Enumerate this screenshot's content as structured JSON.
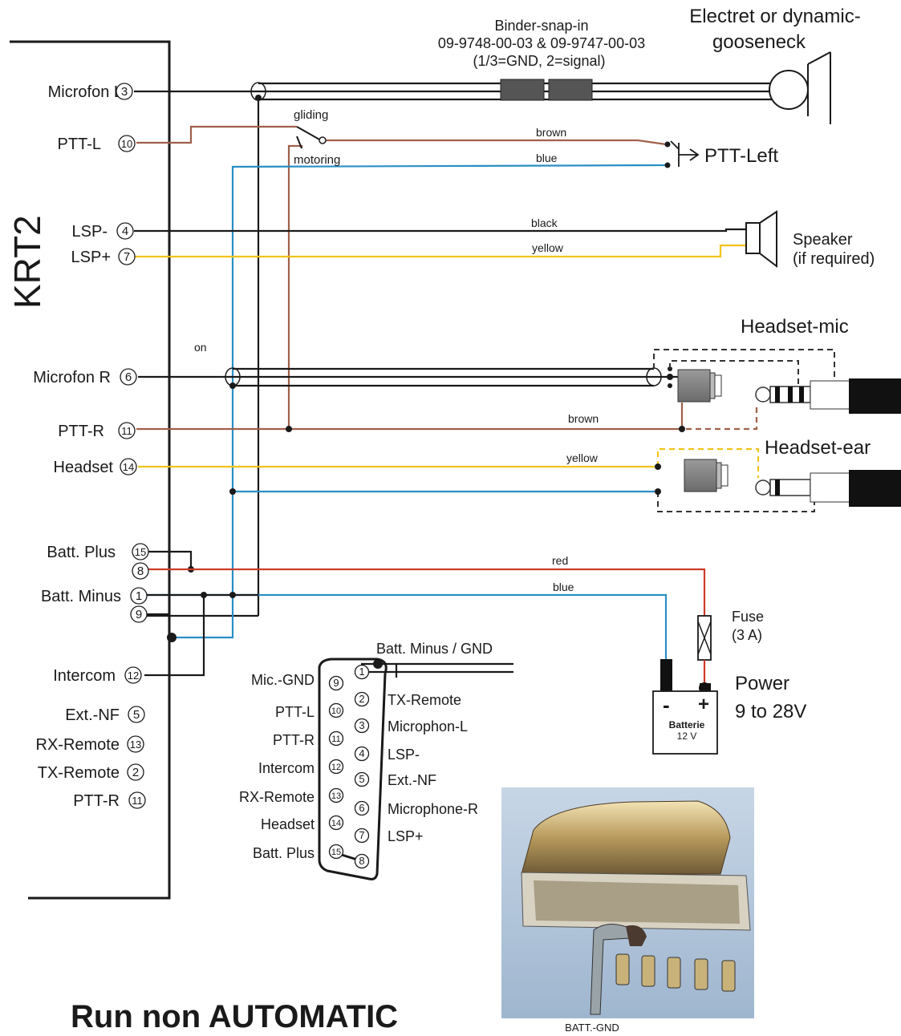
{
  "device": {
    "name": "KRT2"
  },
  "footer_title": "Run non AUTOMATIC",
  "pins": [
    {
      "label": "Microfon L",
      "num": "3"
    },
    {
      "label": "PTT-L",
      "num": "10"
    },
    {
      "label": "LSP-",
      "num": "4"
    },
    {
      "label": "LSP+",
      "num": "7"
    },
    {
      "label": "Microfon R",
      "num": "6"
    },
    {
      "label": "PTT-R",
      "num": "11"
    },
    {
      "label": "Headset",
      "num": "14"
    },
    {
      "label": "Batt. Plus",
      "num": "15"
    },
    {
      "label": "",
      "num": "8"
    },
    {
      "label": "Batt. Minus",
      "num": "1"
    },
    {
      "label": "",
      "num": "9"
    },
    {
      "label": "Intercom",
      "num": "12"
    },
    {
      "label": "Ext.-NF",
      "num": "5"
    },
    {
      "label": "RX-Remote",
      "num": "13"
    },
    {
      "label": "TX-Remote",
      "num": "2"
    },
    {
      "label": "PTT-R",
      "num": "11"
    }
  ],
  "binder": {
    "title": "Binder-snap-in",
    "part": "09-9748-00-03 & 09-9747-00-03",
    "note": "(1/3=GND,  2=signal)"
  },
  "gooseneck": {
    "line1": "Electret or dynamic-",
    "line2": "gooseneck"
  },
  "switch": {
    "up": "gliding",
    "down": "motoring"
  },
  "ptt_left": {
    "label": "PTT-Left"
  },
  "speaker": {
    "line1": "Speaker",
    "line2": "(if required)"
  },
  "headset_mic": "Headset-mic",
  "headset_ear": "Headset-ear",
  "on_label": "on",
  "wire_colors": {
    "brown": "brown",
    "blue": "blue",
    "black": "black",
    "yellow": "yellow",
    "brown2": "brown",
    "yellow2": "yellow",
    "red": "red",
    "blue2": "blue"
  },
  "fuse": {
    "line1": "Fuse",
    "line2": "(3 A)"
  },
  "power": {
    "line1": "Power",
    "line2": "9 to 28V"
  },
  "battery": {
    "minus": "-",
    "plus": "+",
    "name": "Batterie",
    "voltage": "12 V"
  },
  "dsub": {
    "gnd_label": "Batt. Minus / GND",
    "top_row": [
      {
        "num": "1",
        "label": ""
      },
      {
        "num": "2",
        "label": "TX-Remote"
      },
      {
        "num": "3",
        "label": "Microphon-L"
      },
      {
        "num": "4",
        "label": "LSP-"
      },
      {
        "num": "5",
        "label": "Ext.-NF"
      },
      {
        "num": "6",
        "label": "Microphone-R"
      },
      {
        "num": "7",
        "label": "LSP+"
      },
      {
        "num": "8",
        "label": ""
      }
    ],
    "bottom_row": [
      {
        "num": "9",
        "label": "Mic.-GND"
      },
      {
        "num": "10",
        "label": "PTT-L"
      },
      {
        "num": "11",
        "label": "PTT-R"
      },
      {
        "num": "12",
        "label": "Intercom"
      },
      {
        "num": "13",
        "label": "RX-Remote"
      },
      {
        "num": "14",
        "label": "Headset"
      },
      {
        "num": "15",
        "label": "Batt. Plus"
      }
    ]
  },
  "photo": {
    "caption": "BATT.-GND"
  },
  "colors": {
    "blue": "#2a8fc4",
    "brown": "#a0604a",
    "red": "#cc3b2b",
    "yellow": "#f0c419",
    "black": "#1a1a1a"
  }
}
